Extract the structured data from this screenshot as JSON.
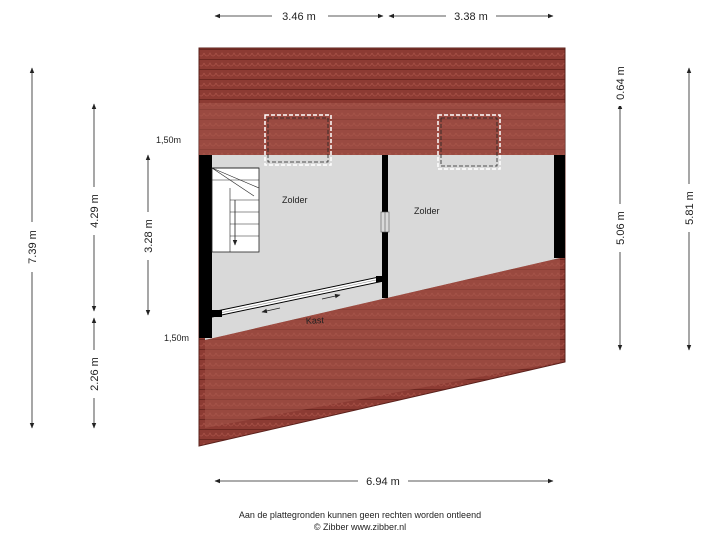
{
  "dimensions": {
    "top_left": "3.46 m",
    "top_right": "3.38 m",
    "bottom_total": "6.94 m",
    "left_outer": "7.39 m",
    "left_upper": "4.29 m",
    "left_lower": "2.26 m",
    "left_inner": "3.28 m",
    "right_top": "0.64 m",
    "right_middle": "5.06 m",
    "right_outer": "5.81 m"
  },
  "heights": {
    "upper": "1,50m",
    "lower": "1,50m"
  },
  "rooms": {
    "left": "Zolder",
    "right": "Zolder",
    "storage": "Kast"
  },
  "footer": {
    "disclaimer": "Aan de plattegronden kunnen geen rechten worden ontleend",
    "copyright": "© Zibber www.zibber.nl"
  },
  "colors": {
    "roof": "#8c3b33",
    "roof_tile_line": "#6e2a24",
    "floor": "#d9d9d9",
    "wall": "#000000"
  }
}
